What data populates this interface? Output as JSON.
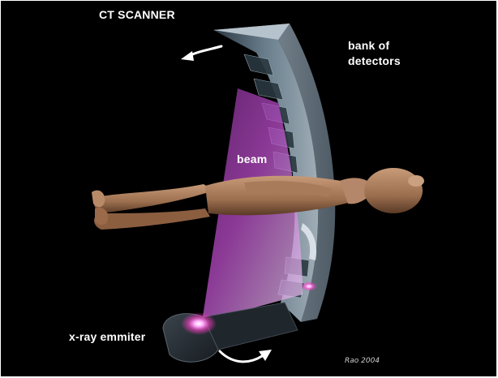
{
  "labels": {
    "title": "CT SCANNER",
    "detectors_line1": "bank of",
    "detectors_line2": "detectors",
    "beam": "beam",
    "emitter": "x-ray emmiter",
    "credit": "Rao 2004"
  },
  "colors": {
    "background": "#000000",
    "beam": "#c040c8",
    "gantry": "#8a9aa8",
    "skin": "#a07050",
    "arrow": "#ffffff"
  },
  "icons": {
    "rotation_top": "curved-arrow-left-icon",
    "rotation_bottom": "curved-arrow-right-icon"
  }
}
